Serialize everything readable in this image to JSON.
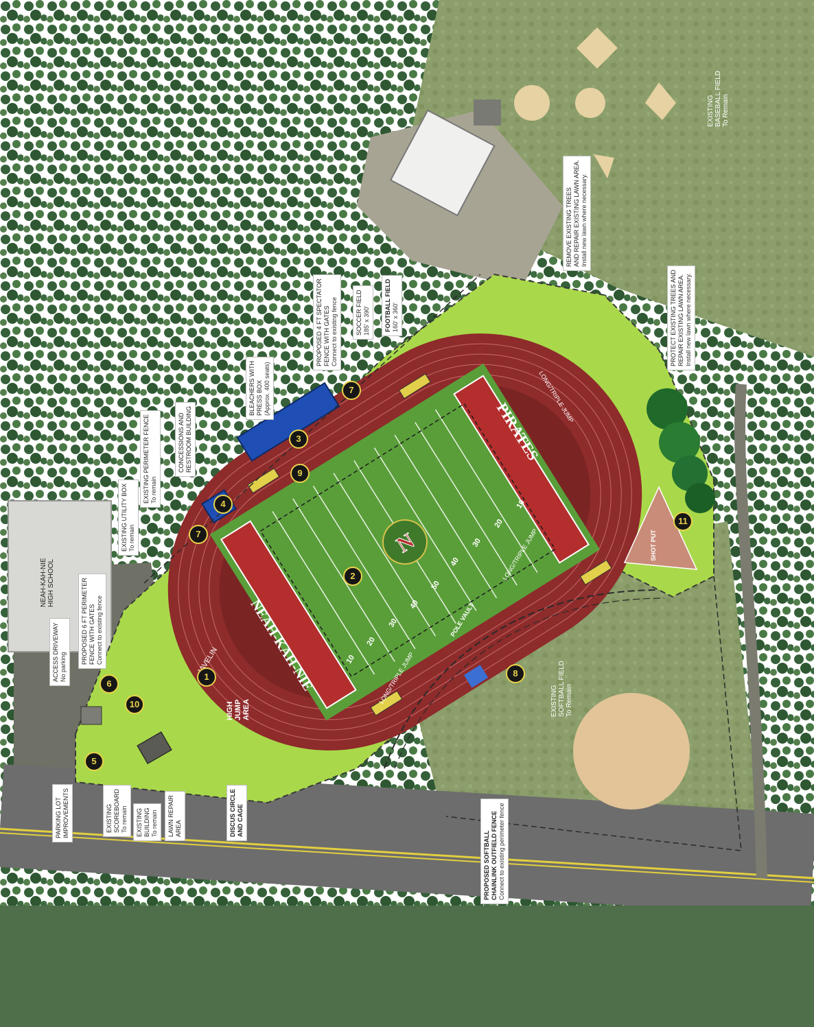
{
  "colors": {
    "forest": "#3f6b3c",
    "track": "#8e2b2b",
    "turf": "#5a9e3a",
    "lawn": "#a9d94a",
    "bleacher": "#1f4fb5",
    "marker_ring": "#e9d24a",
    "road": "#6d6d6d"
  },
  "field_text": {
    "pirates": "PIRATES",
    "neah": "NEAH-KAH-NIE",
    "javelin": "JAVELIN",
    "high_jump": "HIGH\nJUMP\nAREA",
    "ltj_upper": "LONG/TRIPLE JUMP",
    "ltj_lower_right": "LONG/TRIPLE JUMP",
    "ltj_lower_left": "LONG/TRIPLE JUMP",
    "pole_vault": "POLE\nVAULT",
    "shot_put": "SHOT\nPUT",
    "yard_10a": "10",
    "yard_20a": "20",
    "yard_30a": "30",
    "yard_40a": "40",
    "yard_50": "50",
    "yard_40b": "40",
    "yard_30b": "30",
    "yard_20b": "20",
    "yard_10b": "10"
  },
  "markers": [
    {
      "n": "1",
      "label": "javelin"
    },
    {
      "n": "2",
      "label": "field"
    },
    {
      "n": "3",
      "label": "bleachers"
    },
    {
      "n": "4",
      "label": "concessions"
    },
    {
      "n": "5",
      "label": "parking"
    },
    {
      "n": "6",
      "label": "driveway-gate"
    },
    {
      "n": "7",
      "label": "spectator-fence-north"
    },
    {
      "n": "7",
      "label": "spectator-fence-south"
    },
    {
      "n": "8",
      "label": "softball-fence"
    },
    {
      "n": "9",
      "label": "press-box"
    },
    {
      "n": "10",
      "label": "lawn"
    },
    {
      "n": "11",
      "label": "shot-put"
    }
  ],
  "labels": {
    "school": {
      "title": "NEAH-KAH-NIE\nHIGH SCHOOL"
    },
    "access_driveway": {
      "title": "ACCESS DRIVEWAY",
      "sub": "No parking"
    },
    "perimeter_fence": {
      "title": "PROPOSED 6 FT PERIMETER\nFENCE WITH GATES",
      "sub": "Connect to existing fence"
    },
    "utility_box": {
      "title": "EXISTING UTILITY BOX",
      "sub": "To remain"
    },
    "existing_fence": {
      "title": "EXISTING PERIMETER FENCE",
      "sub": "To remain"
    },
    "concessions": {
      "title": "CONCESSIONS AND\nRESTROOM BUILDING",
      "sub": ""
    },
    "bleachers": {
      "title": "BLEACHERS WITH\nPRESS BOX",
      "sub": "(Approx. 400 seats)"
    },
    "spectator_fence": {
      "title": "PROPOSED 4 FT SPECTATOR\nFENCE WITH GATES",
      "sub": "Connect to existing fence"
    },
    "soccer": {
      "title": "SOCCER FIELD",
      "sub": "185' x 390'"
    },
    "football": {
      "title": "FOOTBALL FIELD",
      "sub": "160' x 360'"
    },
    "remove_trees": {
      "title": "REMOVE EXISTING TREES\nAND REPAIR EXISTING LAWN AREA.",
      "sub": "Install new lawn where necessary."
    },
    "protect_trees": {
      "title": "PROTECT EXISTING TREES AND\nREPAIR EXISTING LAWN AREA.",
      "sub": "Install new lawn where necessary."
    },
    "baseball": {
      "title": "EXISTING\nBASEBALL FIELD",
      "sub": "To Remain"
    },
    "softball": {
      "title": "EXISTING\nSOFTBALL FIELD",
      "sub": "To Remain"
    },
    "parking": {
      "title": "PARKING LOT\nIMPROVEMENTS",
      "sub": ""
    },
    "scoreboard": {
      "title": "EXISTING\nSCOREBOARD",
      "sub": "To remain"
    },
    "building": {
      "title": "EXISTING\nBUILDING",
      "sub": "To remain"
    },
    "lawn_repair": {
      "title": "LAWN REPAIR\nAREA",
      "sub": ""
    },
    "discus": {
      "title": "DISCUS CIRCLE\nAND CAGE",
      "sub": ""
    },
    "softball_fence": {
      "title": "PROPOSED SOFTBALL\nCHAINLINK OUTFIELD FENCE",
      "sub": "Connect to existing perimeter fence"
    }
  }
}
